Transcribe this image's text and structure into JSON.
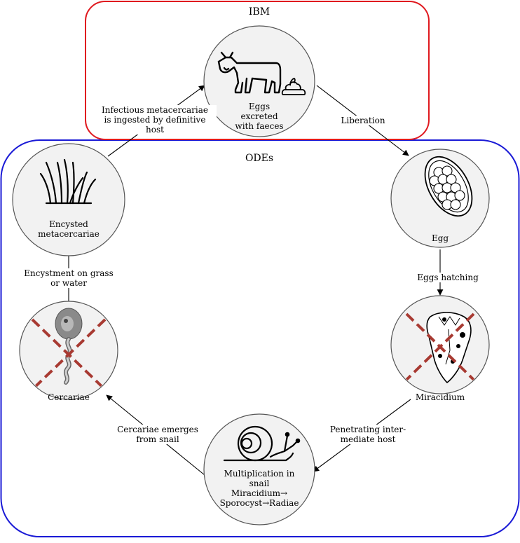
{
  "regions": {
    "ibm": {
      "title": "IBM",
      "border_color": "#e0191f"
    },
    "odes": {
      "title": "ODEs",
      "border_color": "#1a1ad6"
    }
  },
  "stages": [
    {
      "id": "host",
      "icon": "cow-with-faeces-icon",
      "lines": [
        "Eggs",
        "excreted",
        "with faeces"
      ]
    },
    {
      "id": "egg",
      "icon": "fluke-egg-icon",
      "lines": [
        "Egg"
      ]
    },
    {
      "id": "miracidium",
      "icon": "miracidium-icon",
      "crossed": true,
      "lines": [
        "Miracidium"
      ]
    },
    {
      "id": "snail",
      "icon": "snail-icon",
      "lines": [
        "Multiplication in",
        "snail",
        "Miracidium→",
        "Sporocyst→Radiae"
      ]
    },
    {
      "id": "cercariae",
      "icon": "cercaria-icon",
      "crossed": true,
      "lines": [
        "Cercariae"
      ]
    },
    {
      "id": "metacercariae",
      "icon": "grass-icon",
      "lines": [
        "Encysted",
        "metacercariae"
      ]
    }
  ],
  "transitions": [
    {
      "id": "liberation",
      "lines": [
        "Liberation"
      ]
    },
    {
      "id": "hatching",
      "lines": [
        "Eggs hatching"
      ]
    },
    {
      "id": "penetrating",
      "lines": [
        "Penetrating inter-",
        "mediate host"
      ]
    },
    {
      "id": "emerging",
      "lines": [
        "Cercariae emerges",
        "from snail"
      ]
    },
    {
      "id": "encystment",
      "lines": [
        "Encystment on grass",
        "or water"
      ]
    },
    {
      "id": "ingestion",
      "lines": [
        "Infectious metacercariae",
        "is ingested by definitive",
        "host"
      ]
    }
  ],
  "colors": {
    "node_fill": "#f2f2f2",
    "node_stroke": "#555555",
    "cross": "#a83a32",
    "arrow": "#000000"
  }
}
